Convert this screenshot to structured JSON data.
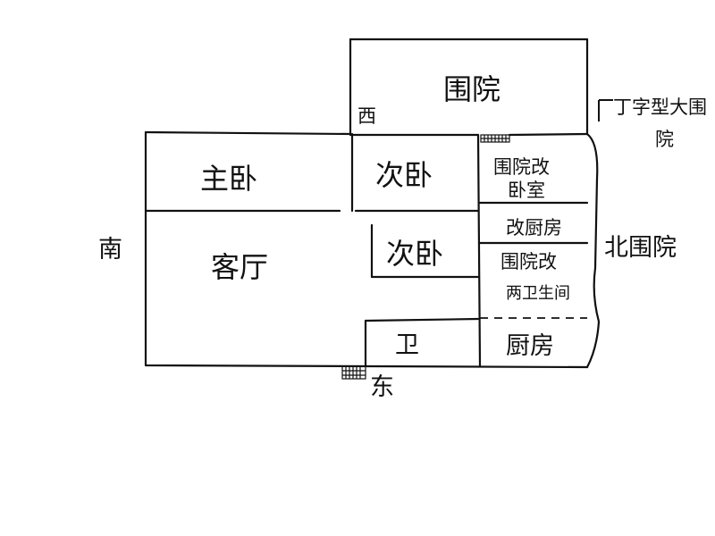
{
  "directions": {
    "south": "南",
    "west": "西",
    "east": "东"
  },
  "rooms": {
    "master_bedroom": "主卧",
    "living_room": "客厅",
    "second_bedroom_1": "次卧",
    "second_bedroom_2": "次卧",
    "bathroom": "卫",
    "kitchen": "厨房",
    "north_courtyard": "围院",
    "courtyard_bedroom_line1": "围院改",
    "courtyard_bedroom_line2": "卧室",
    "kitchen_conversion": "改厨房",
    "courtyard_conversion_line1": "围院改",
    "courtyard_conversion_line2": "两卫生间",
    "right_courtyard": "北围院",
    "t_shape_line1": "丁字型大围",
    "t_shape_line2": "院"
  }
}
